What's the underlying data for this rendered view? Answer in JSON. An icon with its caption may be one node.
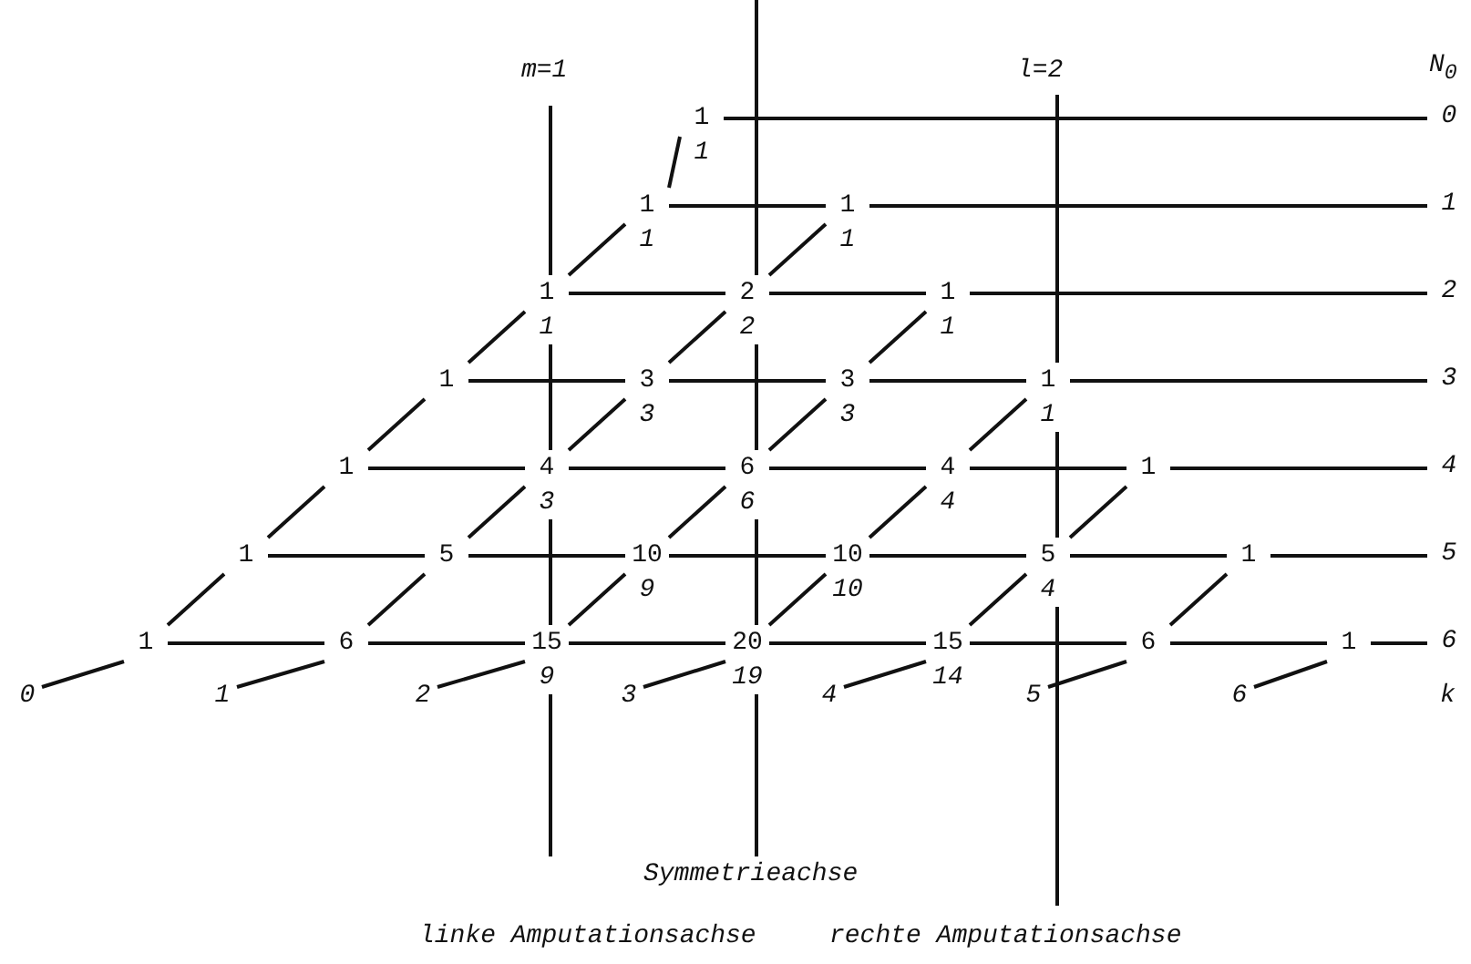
{
  "diagram": {
    "nodes": [
      {
        "text": [
          "1",
          "1"
        ]
      },
      {
        "text": [
          "0"
        ]
      },
      {
        "text": [
          "1",
          "1"
        ]
      },
      {
        "text": [
          "1",
          "1"
        ]
      },
      {
        "text": [
          "1"
        ]
      },
      {
        "text": [
          "1",
          "1"
        ]
      },
      {
        "text": [
          "2",
          "2"
        ]
      },
      {
        "text": [
          "1",
          "1"
        ]
      },
      {
        "text": [
          "2"
        ]
      },
      {
        "text": [
          "1"
        ]
      },
      {
        "text": [
          "3",
          "3"
        ]
      },
      {
        "text": [
          "3",
          "3"
        ]
      },
      {
        "text": [
          "1",
          "1"
        ]
      },
      {
        "text": [
          "3"
        ]
      },
      {
        "text": [
          "1"
        ]
      },
      {
        "text": [
          "4",
          "3"
        ]
      },
      {
        "text": [
          "6",
          "6"
        ]
      },
      {
        "text": [
          "4",
          "4"
        ]
      },
      {
        "text": [
          "1"
        ]
      },
      {
        "text": [
          "4"
        ]
      },
      {
        "text": [
          "1"
        ]
      },
      {
        "text": [
          "5"
        ]
      },
      {
        "text": [
          "10",
          "9"
        ]
      },
      {
        "text": [
          "10",
          "10"
        ]
      },
      {
        "text": [
          "5",
          "4"
        ]
      },
      {
        "text": [
          "1"
        ]
      },
      {
        "text": [
          "5"
        ]
      },
      {
        "text": [
          "1"
        ]
      },
      {
        "text": [
          "6"
        ]
      },
      {
        "text": [
          "15",
          "9"
        ]
      },
      {
        "text": [
          "20",
          "19"
        ]
      },
      {
        "text": [
          "15",
          "14"
        ]
      },
      {
        "text": [
          "6"
        ]
      },
      {
        "text": [
          "1"
        ]
      },
      {
        "text": [
          "6"
        ]
      },
      {
        "text": [
          "0"
        ]
      },
      {
        "text": [
          "1"
        ]
      },
      {
        "text": [
          "2"
        ]
      },
      {
        "text": [
          "3"
        ]
      },
      {
        "text": [
          "4"
        ]
      },
      {
        "text": [
          "5"
        ]
      },
      {
        "text": [
          "6"
        ]
      }
    ],
    "edges": [
      {
        "from": 0,
        "to": 1,
        "arrow": "none"
      },
      {
        "from": 0,
        "to": 2,
        "arrow": "none"
      },
      {
        "from": 2,
        "to": 3,
        "arrow": "none"
      },
      {
        "from": 3,
        "to": 4,
        "arrow": "none"
      },
      {
        "from": 2,
        "to": 5,
        "arrow": "none"
      },
      {
        "from": 3,
        "to": 6,
        "arrow": "none"
      },
      {
        "from": 5,
        "to": 6,
        "arrow": "none"
      },
      {
        "from": 6,
        "to": 7,
        "arrow": "none"
      },
      {
        "from": 7,
        "to": 8,
        "arrow": "none"
      },
      {
        "from": 5,
        "to": 9,
        "arrow": "none"
      },
      {
        "from": 6,
        "to": 10,
        "arrow": "none"
      },
      {
        "from": 7,
        "to": 11,
        "arrow": "none"
      },
      {
        "from": 9,
        "to": 10,
        "arrow": "none"
      },
      {
        "from": 10,
        "to": 11,
        "arrow": "none"
      },
      {
        "from": 11,
        "to": 12,
        "arrow": "none"
      },
      {
        "from": 12,
        "to": 13,
        "arrow": "none"
      },
      {
        "from": 9,
        "to": 14,
        "arrow": "none"
      },
      {
        "from": 10,
        "to": 15,
        "arrow": "none"
      },
      {
        "from": 11,
        "to": 16,
        "arrow": "none"
      },
      {
        "from": 12,
        "to": 17,
        "arrow": "none"
      },
      {
        "from": 14,
        "to": 15,
        "arrow": "none"
      },
      {
        "from": 15,
        "to": 16,
        "arrow": "none"
      },
      {
        "from": 16,
        "to": 17,
        "arrow": "none"
      },
      {
        "from": 17,
        "to": 18,
        "arrow": "none"
      },
      {
        "from": 18,
        "to": 19,
        "arrow": "none"
      },
      {
        "from": 14,
        "to": 20,
        "arrow": "none"
      },
      {
        "from": 15,
        "to": 21,
        "arrow": "none"
      },
      {
        "from": 16,
        "to": 22,
        "arrow": "none"
      },
      {
        "from": 17,
        "to": 23,
        "arrow": "none"
      },
      {
        "from": 18,
        "to": 24,
        "arrow": "none"
      },
      {
        "from": 20,
        "to": 21,
        "arrow": "none"
      },
      {
        "from": 21,
        "to": 22,
        "arrow": "none"
      },
      {
        "from": 22,
        "to": 23,
        "arrow": "none"
      },
      {
        "from": 23,
        "to": 24,
        "arrow": "none"
      },
      {
        "from": 24,
        "to": 25,
        "arrow": "none"
      },
      {
        "from": 25,
        "to": 26,
        "arrow": "none"
      },
      {
        "from": 20,
        "to": 27,
        "arrow": "none"
      },
      {
        "from": 21,
        "to": 28,
        "arrow": "none"
      },
      {
        "from": 22,
        "to": 29,
        "arrow": "none"
      },
      {
        "from": 23,
        "to": 30,
        "arrow": "none"
      },
      {
        "from": 24,
        "to": 31,
        "arrow": "none"
      },
      {
        "from": 25,
        "to": 32,
        "arrow": "none"
      },
      {
        "from": 27,
        "to": 28,
        "arrow": "none"
      },
      {
        "from": 28,
        "to": 29,
        "arrow": "none"
      },
      {
        "from": 29,
        "to": 30,
        "arrow": "none"
      },
      {
        "from": 30,
        "to": 31,
        "arrow": "none"
      },
      {
        "from": 31,
        "to": 32,
        "arrow": "none"
      },
      {
        "from": 32,
        "to": 33,
        "arrow": "none"
      },
      {
        "from": 33,
        "to": 34,
        "arrow": "none"
      },
      {
        "from": 27,
        "to": 35,
        "arrow": "none"
      },
      {
        "from": 28,
        "to": 36,
        "arrow": "none"
      },
      {
        "from": 29,
        "to": 37,
        "arrow": "none"
      },
      {
        "from": 30,
        "to": 38,
        "arrow": "none"
      },
      {
        "from": 31,
        "to": 39,
        "arrow": "none"
      },
      {
        "from": 32,
        "to": 40,
        "arrow": "none"
      },
      {
        "from": 33,
        "to": 41,
        "arrow": "none"
      }
    ],
    "labels": [
      "m=1",
      "l=2",
      "N$_{0}$",
      "k",
      "Symmetrieachse",
      "linke Amputationsachse",
      "rechte Amputationsachse"
    ]
  }
}
